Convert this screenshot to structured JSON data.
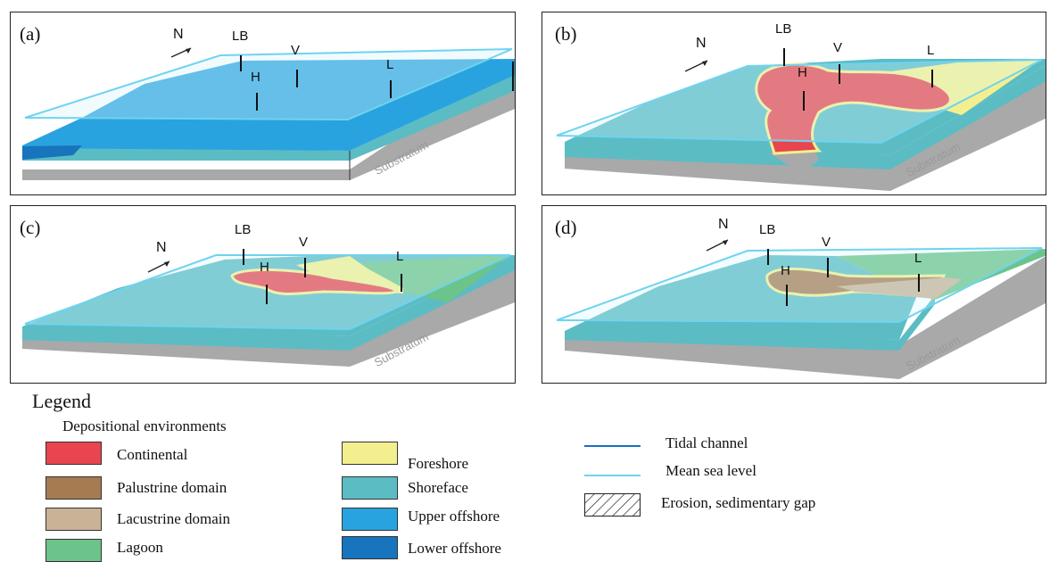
{
  "panels": [
    {
      "label": "(a)",
      "north": "N",
      "sites": [
        "LB",
        "H",
        "V",
        "L"
      ],
      "substratum": "Substratum"
    },
    {
      "label": "(b)",
      "north": "N",
      "sites": [
        "LB",
        "H",
        "V",
        "L"
      ],
      "substratum": "Substratum"
    },
    {
      "label": "(c)",
      "north": "N",
      "sites": [
        "LB",
        "H",
        "V",
        "L"
      ],
      "substratum": "Substratum"
    },
    {
      "label": "(d)",
      "north": "N",
      "sites": [
        "LB",
        "H",
        "V",
        "L"
      ],
      "substratum": "Substratum"
    }
  ],
  "legend": {
    "title": "Legend",
    "subtitle": "Depositional environments",
    "items": [
      {
        "label": "Continental",
        "color": "#e8454e"
      },
      {
        "label": "Palustrine domain",
        "color": "#a67b52"
      },
      {
        "label": "Lacustrine domain",
        "color": "#c9b296"
      },
      {
        "label": "Lagoon",
        "color": "#6cc48a"
      },
      {
        "label": "Foreshore",
        "color": "#f4ef8e"
      },
      {
        "label": "Shoreface",
        "color": "#5bbcc4"
      },
      {
        "label": "Upper offshore",
        "color": "#29a3df"
      },
      {
        "label": "Lower offshore",
        "color": "#1774bd"
      }
    ],
    "lines": [
      {
        "label": "Tidal channel",
        "color": "#1a6fc0"
      },
      {
        "label": "Mean sea level",
        "color": "#6fd3f0"
      },
      {
        "label": "Erosion, sedimentary gap",
        "pattern": "hatched"
      }
    ]
  }
}
